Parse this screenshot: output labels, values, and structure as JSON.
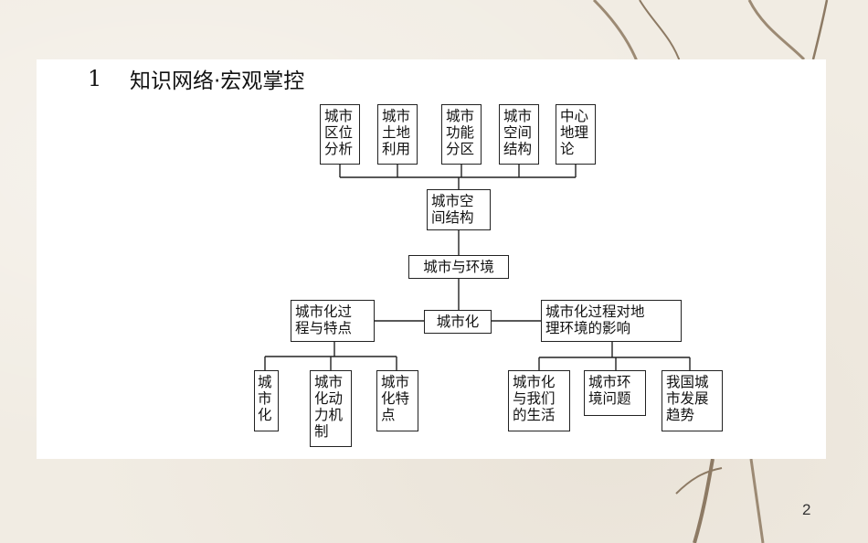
{
  "heading": {
    "number": "1",
    "title": "知识网络·宏观掌控"
  },
  "diagram": {
    "top_row": [
      {
        "lines": [
          "城市",
          "区位",
          "分析"
        ]
      },
      {
        "lines": [
          "城市",
          "土地",
          "利用"
        ]
      },
      {
        "lines": [
          "城市",
          "功能",
          "分区"
        ]
      },
      {
        "lines": [
          "城市",
          "空间",
          "结构"
        ]
      },
      {
        "lines": [
          "中心",
          "地理",
          "论"
        ]
      }
    ],
    "spatial_structure": {
      "lines": [
        "城市空",
        "间结构"
      ]
    },
    "city_environment": {
      "label": "城市与环境"
    },
    "urbanization": {
      "label": "城市化"
    },
    "left_branch": {
      "lines": [
        "城市化过",
        "程与特点"
      ]
    },
    "right_branch": {
      "lines": [
        "城市化过程对地",
        "理环境的影响"
      ]
    },
    "left_children": [
      {
        "lines": [
          "城",
          "市",
          "化"
        ]
      },
      {
        "lines": [
          "城市",
          "化动",
          "力机",
          "制"
        ]
      },
      {
        "lines": [
          "城市",
          "化特",
          "点"
        ]
      }
    ],
    "right_children": [
      {
        "lines": [
          "城市化",
          "与我们",
          "的生活"
        ]
      },
      {
        "lines": [
          "城市环",
          "境问题"
        ]
      },
      {
        "lines": [
          "我国城",
          "市发展",
          "趋势"
        ]
      }
    ]
  },
  "footer": {
    "page_number": "2"
  }
}
